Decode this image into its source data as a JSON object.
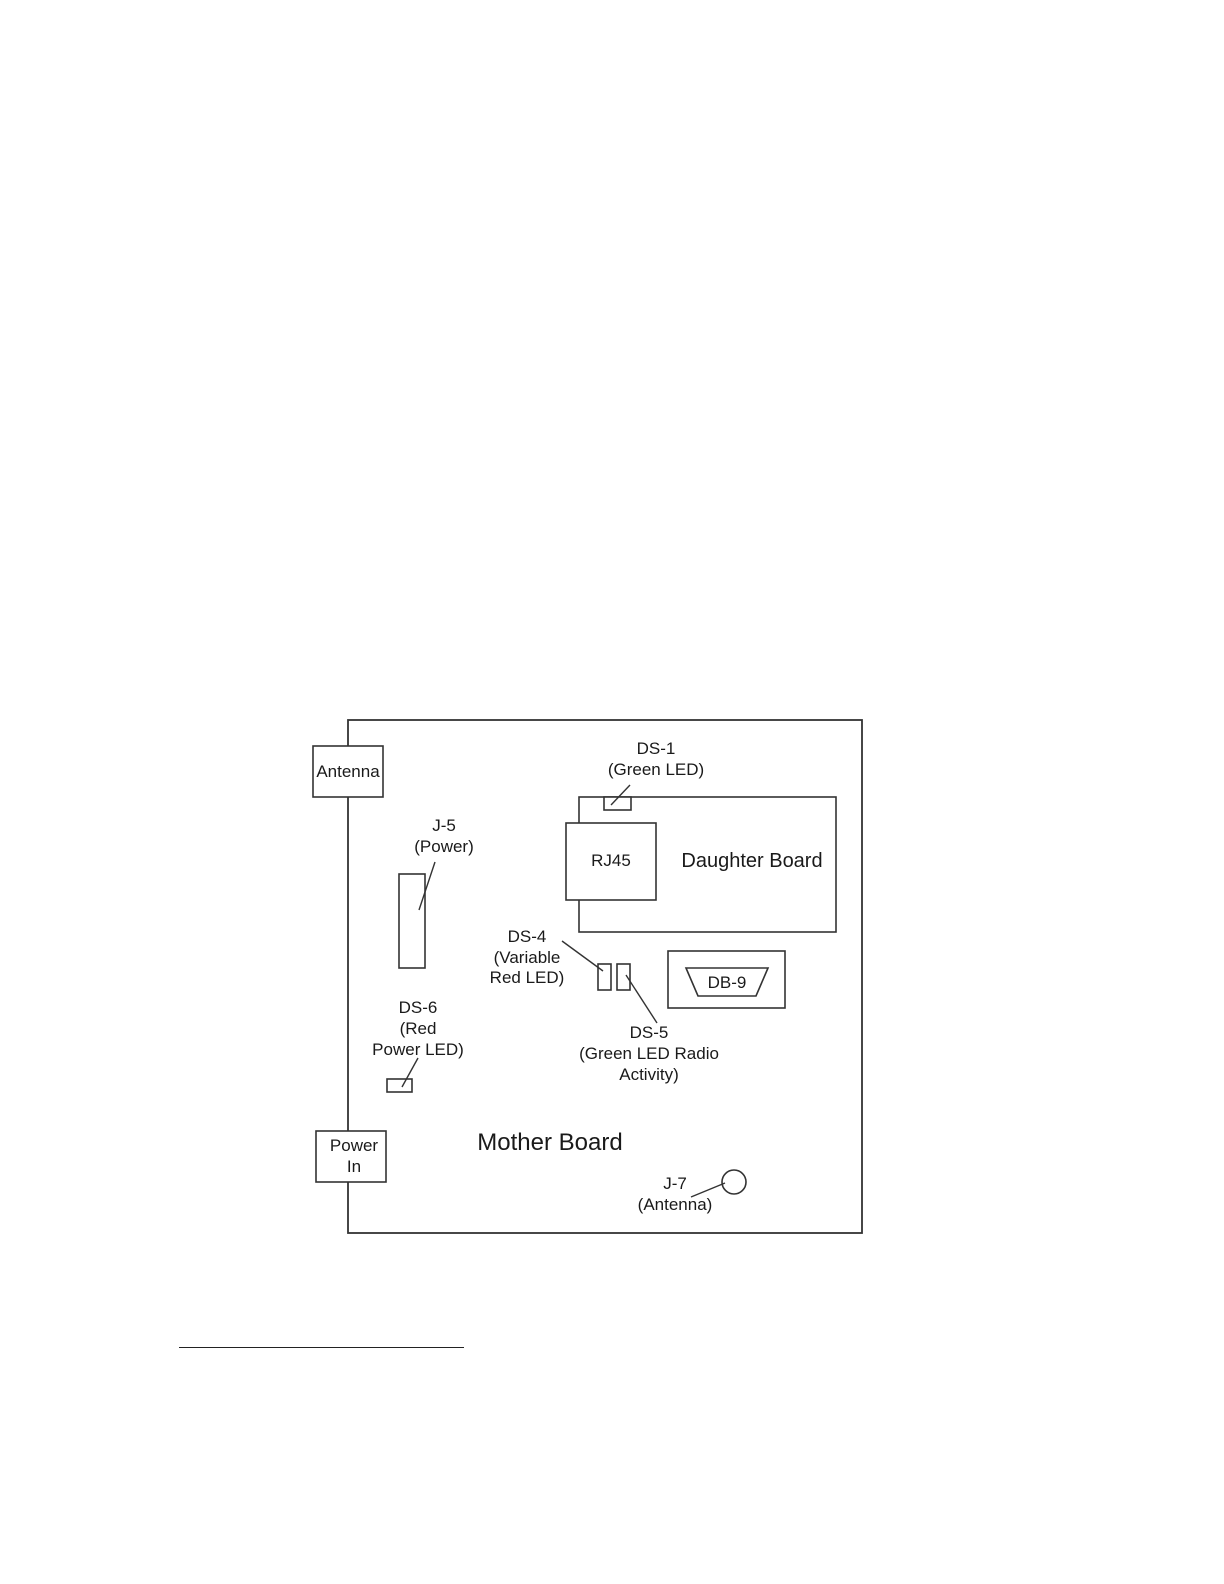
{
  "diagram": {
    "mother_board": "Mother Board",
    "daughter_board": "Daughter Board",
    "antenna_connector": "Antenna",
    "power_in": [
      "Power",
      "In"
    ],
    "rj45": "RJ45",
    "db9": "DB-9",
    "j5": [
      "J-5",
      "(Power)"
    ],
    "ds1": [
      "DS-1",
      "(Green LED)"
    ],
    "ds4": [
      "DS-4",
      "(Variable",
      "Red LED)"
    ],
    "ds5": [
      "DS-5",
      "(Green LED Radio",
      "Activity)"
    ],
    "ds6": [
      "DS-6",
      "(Red",
      "Power LED)"
    ],
    "j7": [
      "J-7",
      "(Antenna)"
    ]
  },
  "colors": {
    "line": "#333333",
    "text": "#1a1a1a",
    "background": "#ffffff"
  }
}
